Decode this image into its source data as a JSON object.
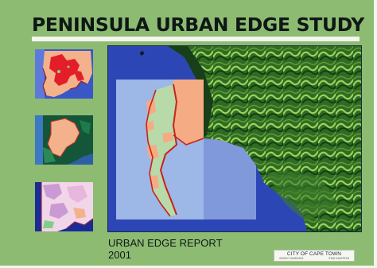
{
  "cover": {
    "title": "PENINSULA URBAN EDGE STUDY",
    "report_line": "URBAN EDGE REPORT",
    "report_year": "2001",
    "logo": {
      "main": "CITY OF CAPE TOWN",
      "sub_left": "ISIXEKO SASEKAPA",
      "sub_right": "STAD KAAPSTAD"
    }
  },
  "colors": {
    "background": "#8dbb72",
    "ocean": "#2e49b8",
    "urban": "#f5ab84",
    "nature": "#b8d9a8",
    "edge_line": "#c8231a",
    "title_text": "#0f1716"
  }
}
